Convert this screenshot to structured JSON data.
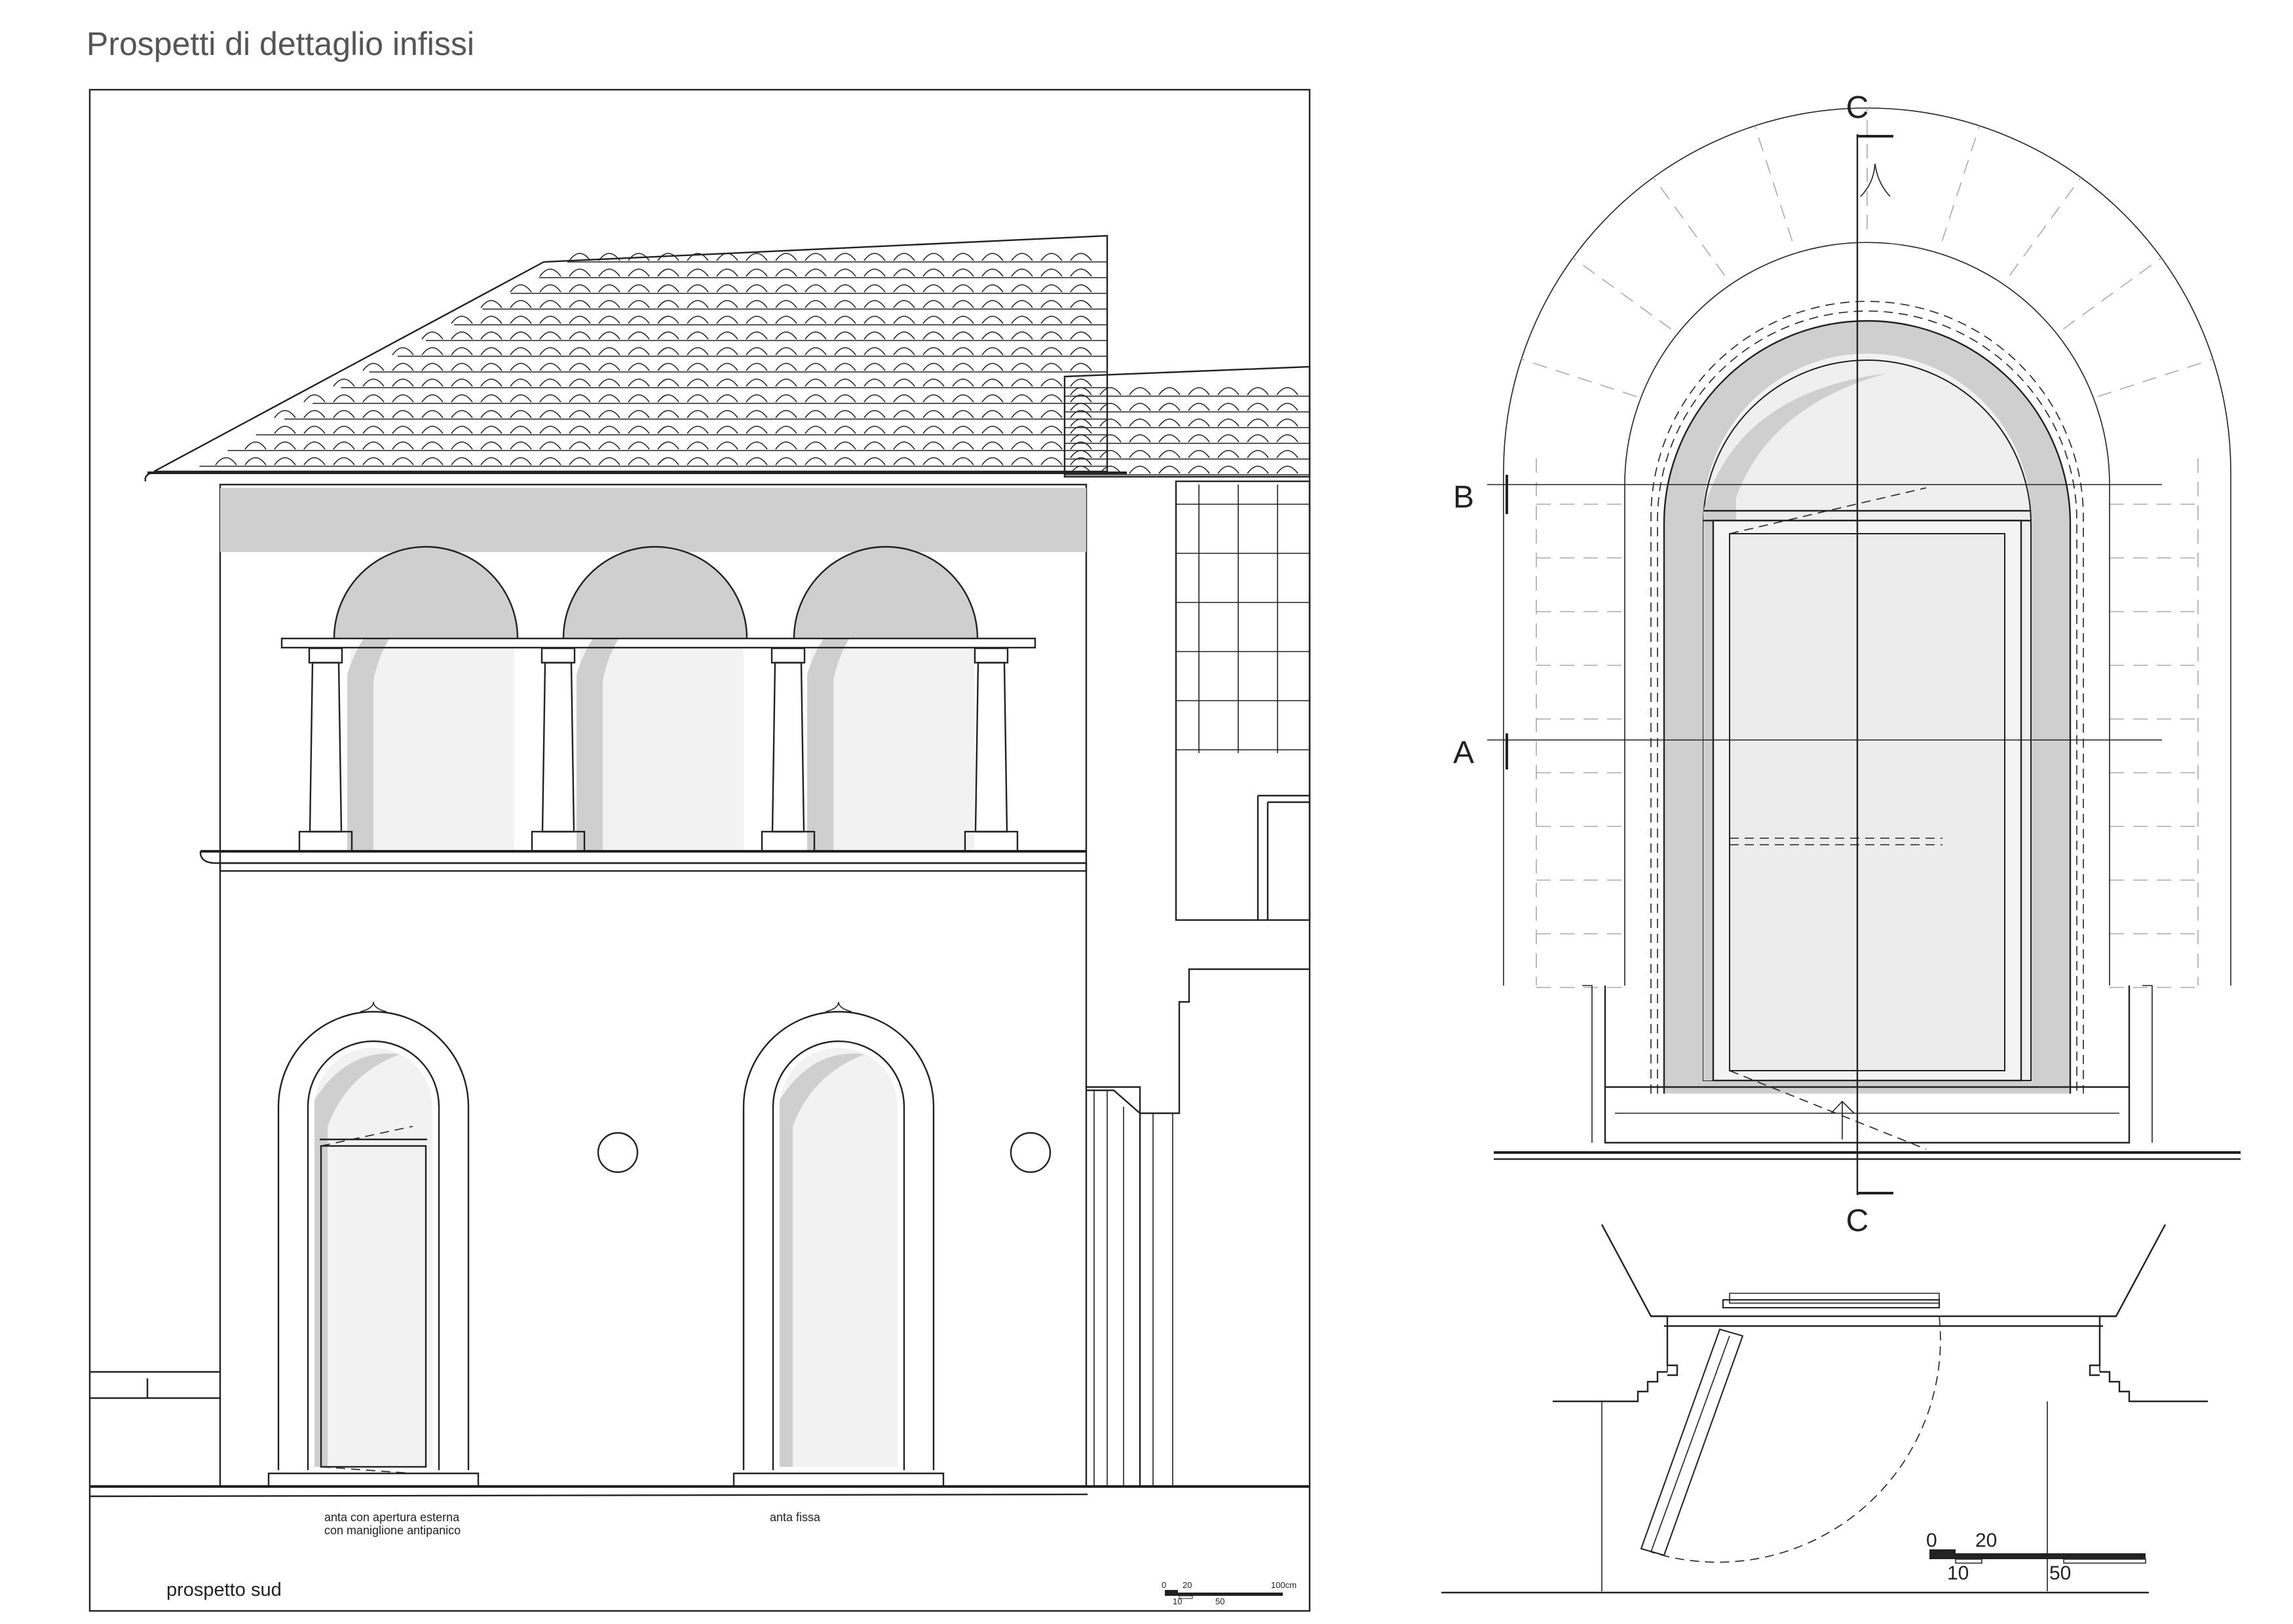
{
  "page": {
    "title": "Prospetti di dettaglio infissi"
  },
  "south_elevation": {
    "view_label": "prospetto sud",
    "door_left_label_line1": "anta con apertura esterna",
    "door_left_label_line2": "con maniglione antipanico",
    "door_right_label": "anta fissa",
    "scale_bar": {
      "ticks_top": [
        "0",
        "20",
        "100cm"
      ],
      "ticks_bottom": [
        "10",
        "50"
      ]
    }
  },
  "detail": {
    "section_c_top": "C",
    "section_c_bottom": "C",
    "section_b": "B",
    "section_a": "A",
    "scale_bar": {
      "ticks_top": [
        "0",
        "20"
      ],
      "ticks_bottom": [
        "10",
        "50"
      ]
    }
  },
  "colors": {
    "line": "#222222",
    "shade": "#cfcfcf",
    "glass": "#f2f2f2"
  }
}
